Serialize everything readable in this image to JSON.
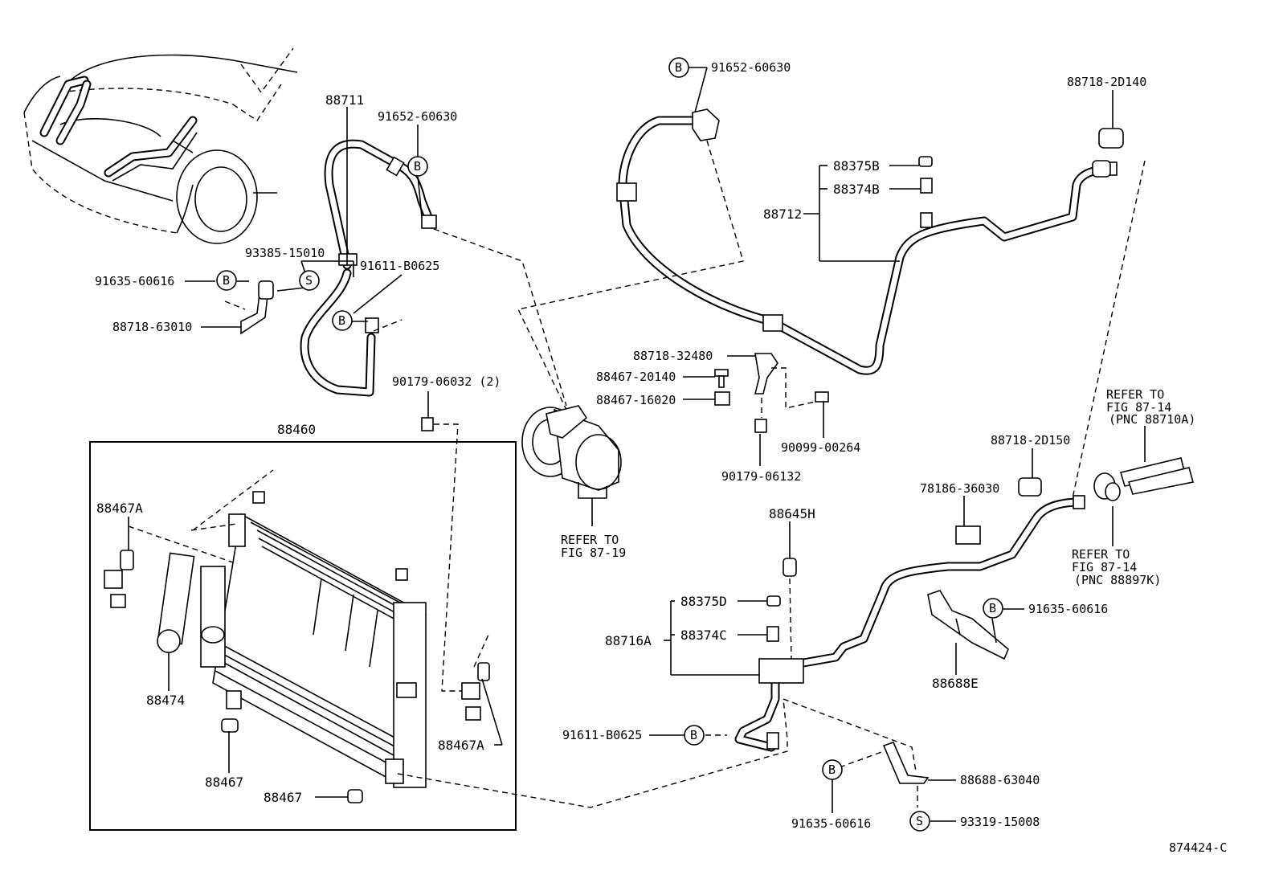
{
  "figure_id": "874424-C",
  "parts": {
    "p88711": "88711",
    "p91652_top": "91652-60630",
    "p91652_mid": "91652-60630",
    "p93385": "93385-15010",
    "p91611_top": "91611-B0625",
    "p91635_left": "91635-60616",
    "p88718_63010": "88718-63010",
    "p90179_06032": "90179-06032 (2)",
    "p88460": "88460",
    "p88467A_left": "88467A",
    "p88474": "88474",
    "p88467_a": "88467",
    "p88467_b": "88467",
    "p88467A_right": "88467A",
    "p88718_2D140": "88718-2D140",
    "p88375B": "88375B",
    "p88374B": "88374B",
    "p88712": "88712",
    "p88718_32480": "88718-32480",
    "p88467_20140": "88467-20140",
    "p88467_16020": "88467-16020",
    "p90099_00264": "90099-00264",
    "p90179_06132": "90179-06132",
    "p88718_2D150": "88718-2D150",
    "p78186_36030": "78186-36030",
    "p88645H": "88645H",
    "p88375D": "88375D",
    "p88374C": "88374C",
    "p88716A": "88716A",
    "p91635_right": "91635-60616",
    "p88688E": "88688E",
    "p91611_bottom": "91611-B0625",
    "p91635_bottom": "91635-60616",
    "p88688_63040": "88688-63040",
    "p93319": "93319-15008"
  },
  "refs": {
    "compressor": [
      "REFER TO",
      "FIG 87-19"
    ],
    "right_upper": [
      "REFER TO",
      "FIG 87-14",
      "(PNC 88710A)"
    ],
    "right_lower": [
      "REFER TO",
      "FIG 87-14",
      "(PNC 88897K)"
    ]
  },
  "symbols": {
    "b": "B",
    "s": "S"
  }
}
